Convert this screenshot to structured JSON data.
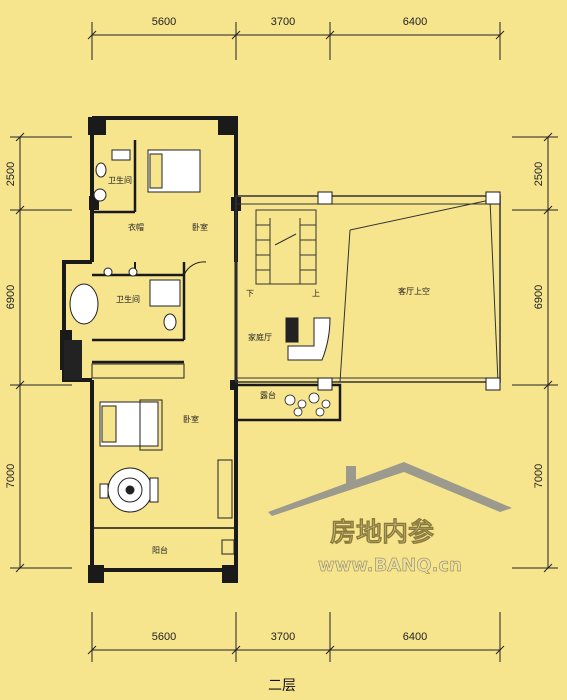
{
  "dimensions": {
    "top": [
      "5600",
      "3700",
      "6400"
    ],
    "bottom": [
      "5600",
      "3700",
      "6400"
    ],
    "left": [
      "2500",
      "6900",
      "7000"
    ],
    "right": [
      "2500",
      "6900",
      "7000"
    ]
  },
  "rooms": {
    "bathroom_upper": "卫生间",
    "closet": "衣帽",
    "bedroom_upper": "卧室",
    "bathroom_lower": "卫生间",
    "stair_down": "下",
    "stair_up": "上",
    "living_void": "客厅上空",
    "family_hall": "家庭厅",
    "terrace": "露台",
    "bedroom_lower": "卧室",
    "balcony": "阳台"
  },
  "watermark": {
    "cn": "房地内参",
    "en": "www.BANQ.cn"
  },
  "floor_label": "二层",
  "colors": {
    "background": "#f7e58e",
    "wall": "#1a1a1a",
    "line": "#333333",
    "watermark_roof": "#9c9a8c"
  }
}
